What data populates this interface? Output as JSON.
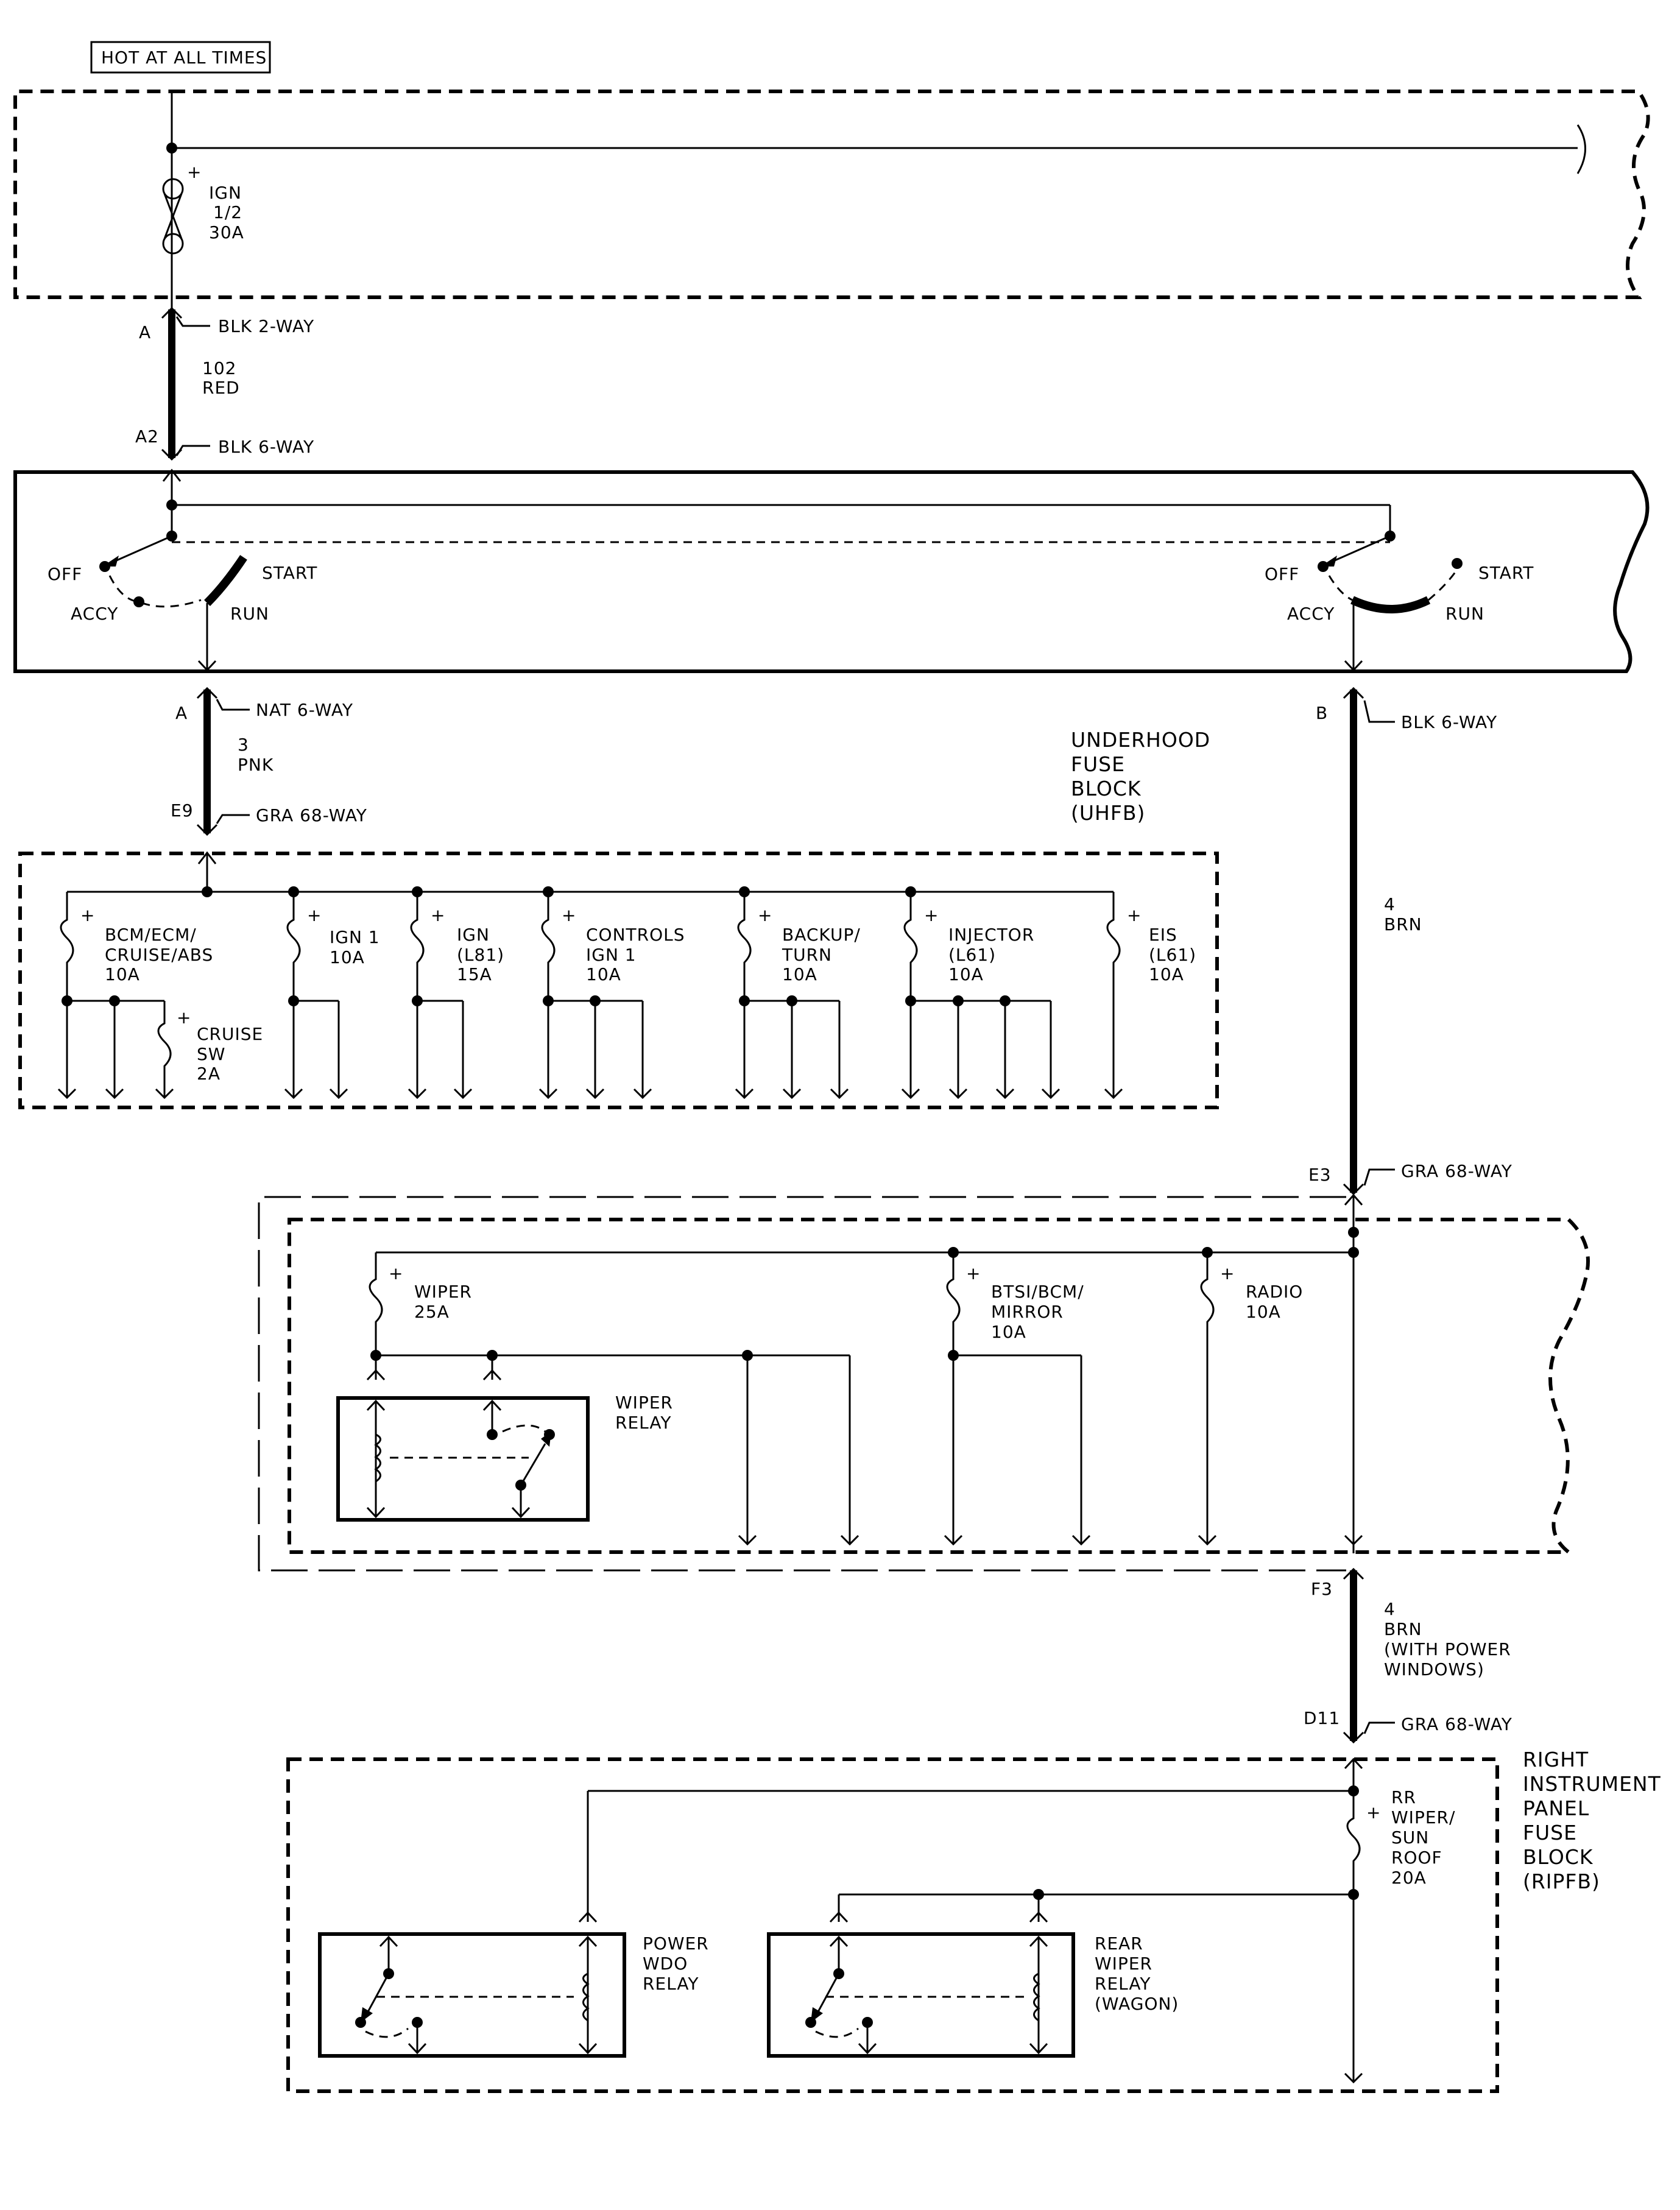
{
  "header": {
    "hot_label": "HOT AT ALL TIMES"
  },
  "top_fuse_block": {
    "fuse": [
      "IGN",
      "1/2",
      "30A"
    ]
  },
  "conn1": {
    "upper_pin": "A",
    "upper_conn": "BLK 2-WAY",
    "wire": [
      "102",
      "RED"
    ],
    "lower_pin": "A2",
    "lower_conn": "BLK 6-WAY"
  },
  "ignition_switch": {
    "off": "OFF",
    "start": "START",
    "accy": "ACCY",
    "run": "RUN"
  },
  "conn2": {
    "upper_pin": "A",
    "upper_conn": "NAT 6-WAY",
    "wire": [
      "3",
      "PNK"
    ],
    "lower_pin": "E9",
    "lower_conn": "GRA 68-WAY"
  },
  "conn3": {
    "upper_pin": "B",
    "upper_conn": "BLK 6-WAY",
    "wire": [
      "4",
      "BRN"
    ],
    "lower_pin": "E3",
    "lower_conn": "GRA 68-WAY"
  },
  "uhfb": {
    "title": [
      "UNDERHOOD",
      "FUSE",
      "BLOCK",
      "(UHFB)"
    ],
    "fuses": [
      [
        "BCM/ECM/",
        "CRUISE/ABS",
        "10A"
      ],
      [
        "IGN 1",
        "10A"
      ],
      [
        "IGN",
        "(L81)",
        "15A"
      ],
      [
        "CONTROLS",
        "IGN 1",
        "10A"
      ],
      [
        "BACKUP/",
        "TURN",
        "10A"
      ],
      [
        "INJECTOR",
        "(L61)",
        "10A"
      ],
      [
        "EIS",
        "(L61)",
        "10A"
      ]
    ],
    "cruise_fuse": [
      "CRUISE",
      "SW",
      "2A"
    ]
  },
  "ipfb": {
    "fuses": [
      [
        "WIPER",
        "25A"
      ],
      [
        "BTSI/BCM/",
        "MIRROR",
        "10A"
      ],
      [
        "RADIO",
        "10A"
      ]
    ],
    "relay": [
      "WIPER",
      "RELAY"
    ]
  },
  "conn4": {
    "upper_pin": "F3",
    "wire": [
      "4",
      "BRN",
      "(WITH POWER",
      "WINDOWS)"
    ],
    "lower_pin": "D11",
    "lower_conn": "GRA 68-WAY"
  },
  "ripfb": {
    "title": [
      "RIGHT",
      "INSTRUMENT",
      "PANEL",
      "FUSE",
      "BLOCK",
      "(RIPFB)"
    ],
    "fuse": [
      "RR",
      "WIPER/",
      "SUN",
      "ROOF",
      "20A"
    ],
    "relay_power": [
      "POWER",
      "WDO",
      "RELAY"
    ],
    "relay_rear": [
      "REAR",
      "WIPER",
      "RELAY",
      "(WAGON)"
    ]
  }
}
